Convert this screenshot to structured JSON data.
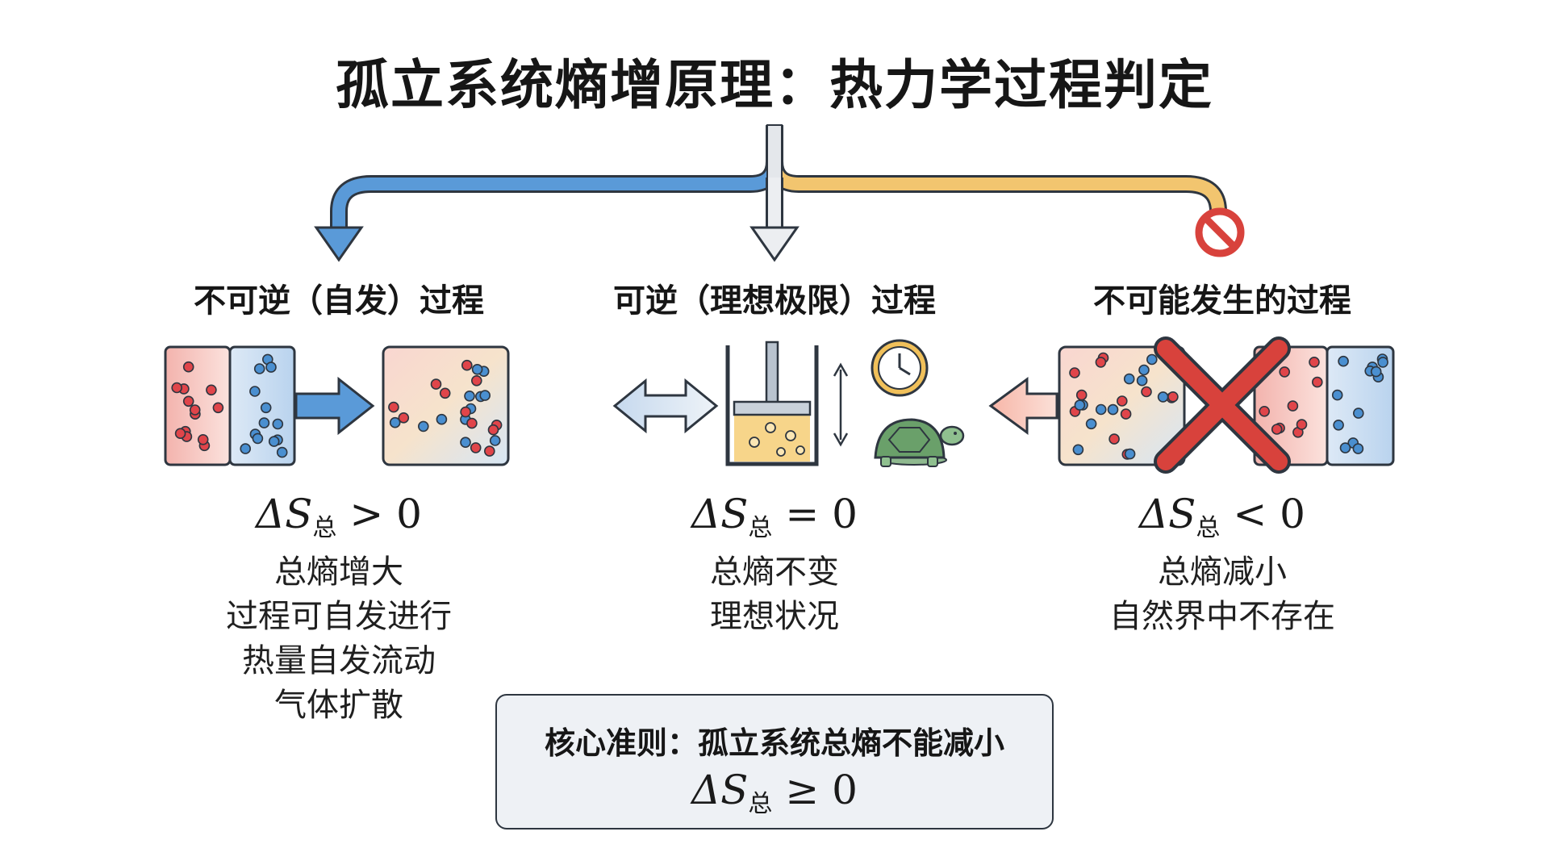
{
  "title": "孤立系统熵增原理：热力学过程判定",
  "columns": [
    {
      "heading": "不可逆（自发）过程",
      "formula": {
        "symbol": "ΔS",
        "subscript": "总",
        "relation": "> 0"
      },
      "lines": [
        "总熵增大",
        "过程可自发进行",
        "热量自发流动",
        "气体扩散"
      ]
    },
    {
      "heading": "可逆（理想极限）过程",
      "formula": {
        "symbol": "ΔS",
        "subscript": "总",
        "relation": "= 0"
      },
      "lines": [
        "总熵不变",
        "理想状况"
      ]
    },
    {
      "heading": "不可能发生的过程",
      "formula": {
        "symbol": "ΔS",
        "subscript": "总",
        "relation": "< 0"
      },
      "lines": [
        "总熵减小",
        "自然界中不存在"
      ]
    }
  ],
  "core": {
    "title": "核心准则：孤立系统总熵不能减小",
    "formula": {
      "symbol": "ΔS",
      "subscript": "总",
      "relation": "≥ 0"
    }
  },
  "colors": {
    "hot": "#e0454a",
    "cold": "#4a8fd0",
    "arrow_blue": "#5a9ad8",
    "arrow_orange": "#f2c56f",
    "forbid_red": "#d8423c",
    "piston_fill": "#f7d58a",
    "turtle": "#6aa06a",
    "clock": "#f0c05a"
  },
  "icons": [
    "forbidden-sign-icon",
    "clock-icon",
    "turtle-icon",
    "double-arrow-icon",
    "cross-icon"
  ]
}
